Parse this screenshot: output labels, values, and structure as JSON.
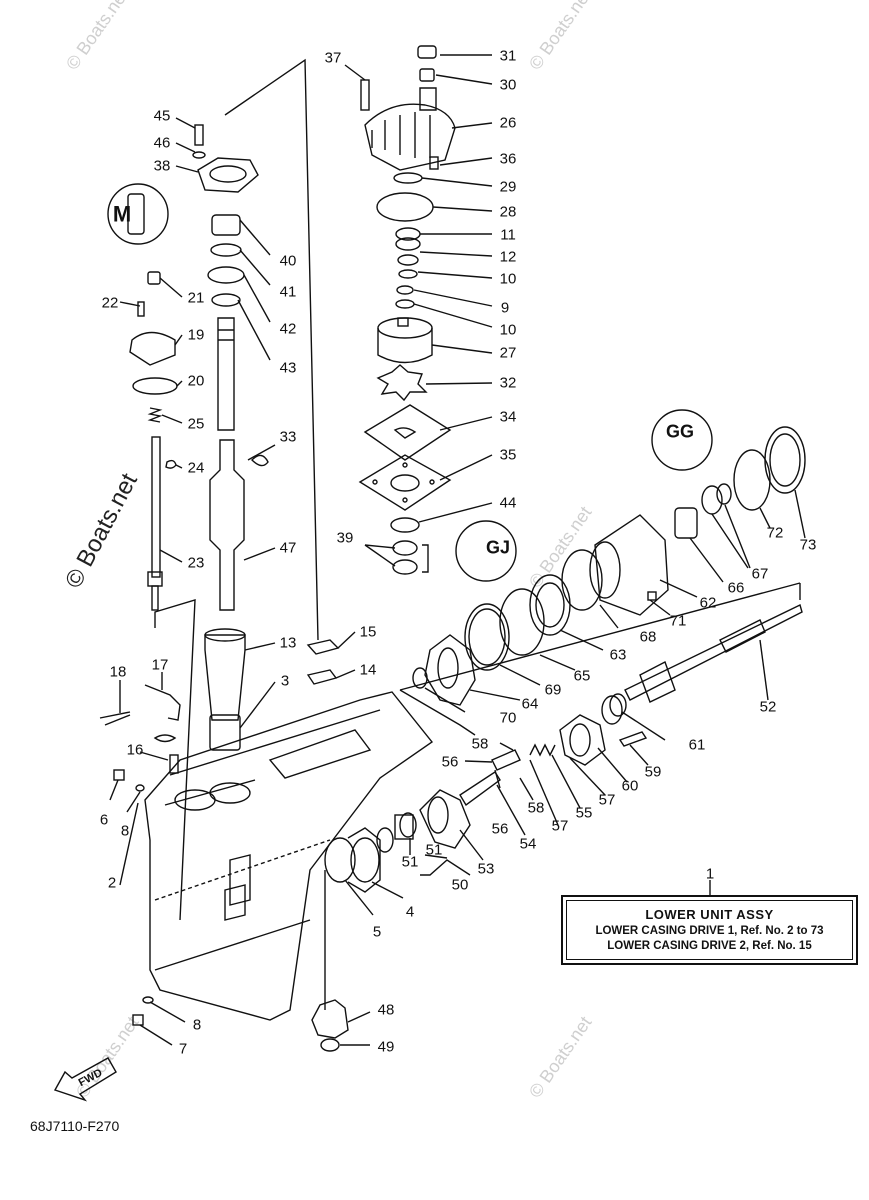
{
  "watermark": "© Boats.net",
  "drawing_code": "68J7110-F270",
  "fwd_label": "FWD",
  "assembly_box": {
    "title": "LOWER UNIT ASSY",
    "lines": [
      "LOWER CASING DRIVE 1, Ref. No. 2 to 73",
      "LOWER CASING DRIVE 2, Ref. No. 15"
    ]
  },
  "callouts": [
    {
      "id": "1",
      "label": "1"
    },
    {
      "id": "2",
      "label": "2"
    },
    {
      "id": "3",
      "label": "3"
    },
    {
      "id": "4",
      "label": "4"
    },
    {
      "id": "5",
      "label": "5"
    },
    {
      "id": "6",
      "label": "6"
    },
    {
      "id": "7",
      "label": "7"
    },
    {
      "id": "8a",
      "label": "8"
    },
    {
      "id": "8b",
      "label": "8"
    },
    {
      "id": "9",
      "label": "9"
    },
    {
      "id": "10a",
      "label": "10"
    },
    {
      "id": "10b",
      "label": "10"
    },
    {
      "id": "11",
      "label": "11"
    },
    {
      "id": "12",
      "label": "12"
    },
    {
      "id": "13",
      "label": "13"
    },
    {
      "id": "14",
      "label": "14"
    },
    {
      "id": "15",
      "label": "15"
    },
    {
      "id": "16",
      "label": "16"
    },
    {
      "id": "17",
      "label": "17"
    },
    {
      "id": "18",
      "label": "18"
    },
    {
      "id": "19",
      "label": "19"
    },
    {
      "id": "20",
      "label": "20"
    },
    {
      "id": "21",
      "label": "21"
    },
    {
      "id": "22",
      "label": "22"
    },
    {
      "id": "23",
      "label": "23"
    },
    {
      "id": "24",
      "label": "24"
    },
    {
      "id": "25",
      "label": "25"
    },
    {
      "id": "26",
      "label": "26"
    },
    {
      "id": "27",
      "label": "27"
    },
    {
      "id": "28",
      "label": "28"
    },
    {
      "id": "29",
      "label": "29"
    },
    {
      "id": "30",
      "label": "30"
    },
    {
      "id": "31",
      "label": "31"
    },
    {
      "id": "32",
      "label": "32"
    },
    {
      "id": "33",
      "label": "33"
    },
    {
      "id": "34",
      "label": "34"
    },
    {
      "id": "35",
      "label": "35"
    },
    {
      "id": "36",
      "label": "36"
    },
    {
      "id": "37",
      "label": "37"
    },
    {
      "id": "38",
      "label": "38"
    },
    {
      "id": "39",
      "label": "39"
    },
    {
      "id": "40",
      "label": "40"
    },
    {
      "id": "41",
      "label": "41"
    },
    {
      "id": "42",
      "label": "42"
    },
    {
      "id": "43",
      "label": "43"
    },
    {
      "id": "44",
      "label": "44"
    },
    {
      "id": "45",
      "label": "45"
    },
    {
      "id": "46",
      "label": "46"
    },
    {
      "id": "47",
      "label": "47"
    },
    {
      "id": "48",
      "label": "48"
    },
    {
      "id": "49",
      "label": "49"
    },
    {
      "id": "50",
      "label": "50"
    },
    {
      "id": "51a",
      "label": "51"
    },
    {
      "id": "51b",
      "label": "51"
    },
    {
      "id": "52",
      "label": "52"
    },
    {
      "id": "53",
      "label": "53"
    },
    {
      "id": "54",
      "label": "54"
    },
    {
      "id": "55",
      "label": "55"
    },
    {
      "id": "56a",
      "label": "56"
    },
    {
      "id": "56b",
      "label": "56"
    },
    {
      "id": "57a",
      "label": "57"
    },
    {
      "id": "57b",
      "label": "57"
    },
    {
      "id": "58a",
      "label": "58"
    },
    {
      "id": "58b",
      "label": "58"
    },
    {
      "id": "59",
      "label": "59"
    },
    {
      "id": "60",
      "label": "60"
    },
    {
      "id": "61",
      "label": "61"
    },
    {
      "id": "62",
      "label": "62"
    },
    {
      "id": "63",
      "label": "63"
    },
    {
      "id": "64",
      "label": "64"
    },
    {
      "id": "65",
      "label": "65"
    },
    {
      "id": "66",
      "label": "66"
    },
    {
      "id": "67",
      "label": "67"
    },
    {
      "id": "68",
      "label": "68"
    },
    {
      "id": "69",
      "label": "69"
    },
    {
      "id": "70",
      "label": "70"
    },
    {
      "id": "71",
      "label": "71"
    },
    {
      "id": "72",
      "label": "72"
    },
    {
      "id": "73",
      "label": "73"
    }
  ],
  "grease_symbols": [
    "M",
    "GG",
    "GJ"
  ]
}
